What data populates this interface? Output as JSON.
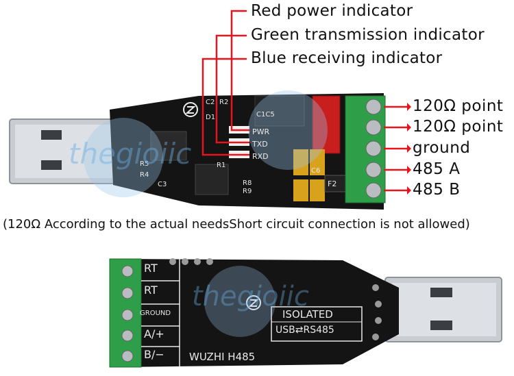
{
  "callouts": {
    "red_power": "Red power indicator",
    "green_transmission": "Green transmission indicator",
    "blue_receiving": "Blue receiving indicator"
  },
  "terminals": {
    "t1": "120Ω point",
    "t2": "120Ω point",
    "t3": "ground",
    "t4": "485  A",
    "t5": "485  B"
  },
  "note": "(120Ω According to the actual needsShort circuit connection is not allowed)",
  "top_board": {
    "leds": [
      "PWR",
      "TXD",
      "RXD"
    ],
    "silk": [
      "C2",
      "R2",
      "D1",
      "R1",
      "R5",
      "R4",
      "C3",
      "R8",
      "R9",
      "C6",
      "F2",
      "C1C5"
    ]
  },
  "bottom_board": {
    "pins": [
      "RT",
      "RT",
      "GROUND",
      "A/+",
      "B/−"
    ],
    "box_title": "ISOLATED",
    "box_sub": "USB⇄RS485",
    "model": "WUZHI  H485"
  },
  "watermark": "thegioiic",
  "colors": {
    "callout_line": "#e8141c",
    "pcb": "#141414",
    "terminal": "#2e9e48",
    "connector": "#c9cdd2"
  }
}
